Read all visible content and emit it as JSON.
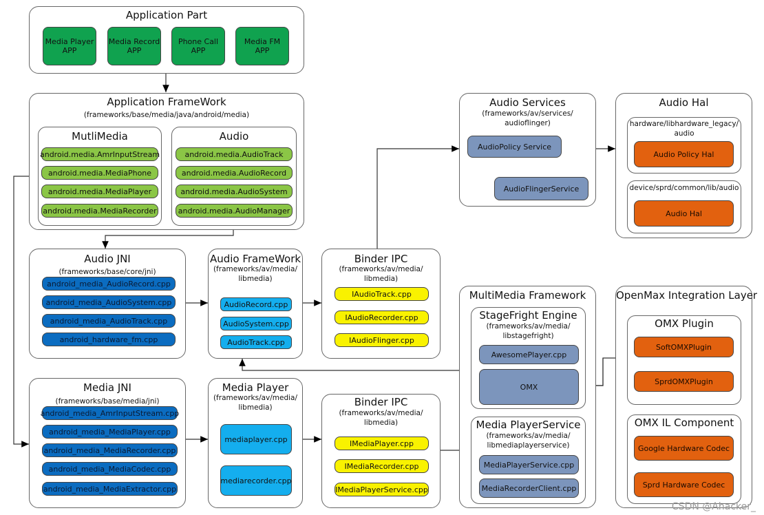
{
  "application_part": {
    "title": "Application Part",
    "apps": [
      "Media Player\nAPP",
      "Media Record\nAPP",
      "Phone Call\nAPP",
      "Media FM\nAPP"
    ]
  },
  "app_framework": {
    "title": "Application FrameWork",
    "path": "(frameworks/base/media/java/android/media)",
    "multimedia": {
      "title": "MutliMedia",
      "items": [
        "android.media.AmrInputStream",
        "android.media.MediaPhone",
        "android.media.MediaPlayer",
        "android.media.MediaRecorder"
      ]
    },
    "audio": {
      "title": "Audio",
      "items": [
        "android.media.AudioTrack",
        "android.media.AudioRecord",
        "android.media.AudioSystem",
        "android.media.AudioManager"
      ]
    }
  },
  "audio_jni": {
    "title": "Audio JNI",
    "path": "(frameworks/base/core/jni)",
    "items": [
      "android_media_AudioRecord.cpp",
      "android_media_AudioSystem.cpp",
      "android_media_AudioTrack.cpp",
      "android_hardware_fm.cpp"
    ]
  },
  "audio_framework": {
    "title": "Audio FrameWork",
    "path": "(frameworks/av/media/\nlibmedia)",
    "items": [
      "AudioRecord.cpp",
      "AudioSystem.cpp",
      "AudioTrack.cpp"
    ]
  },
  "binder_ipc_audio": {
    "title": "Binder IPC",
    "path": "(frameworks/av/media/\nlibmedia)",
    "items": [
      "IAudioTrack.cpp",
      "IAudioRecorder.cpp",
      "IAudioFlinger.cpp"
    ]
  },
  "audio_services": {
    "title": "Audio Services",
    "path": "(frameworks/av/services/\naudioflinger)",
    "items": [
      "AudioPolicy Service",
      "AudioFlingerService"
    ]
  },
  "audio_hal": {
    "title": "Audio Hal",
    "groups": [
      {
        "path": "hardware/libhardware_legacy/\naudio",
        "item": "Audio Policy Hal"
      },
      {
        "path": "device/sprd/common/lib/audio",
        "item": "Audio Hal"
      }
    ]
  },
  "media_jni": {
    "title": "Media JNI",
    "path": "(frameworks/base/media/jni)",
    "items": [
      "android_media_AmrInputStream.cpp",
      "android_media_MediaPlayer.cpp",
      "android_media_MediaRecorder.cpp",
      "android_media_MediaCodec.cpp",
      "android_media_MediaExtractor.cpp"
    ]
  },
  "media_player": {
    "title": "Media Player",
    "path": "(frameworks/av/media/\nlibmedia)",
    "items": [
      "mediaplayer.cpp",
      "mediarecorder.cpp"
    ]
  },
  "binder_ipc_media": {
    "title": "Binder IPC",
    "path": "(frameworks/av/media/\nlibmedia)",
    "items": [
      "IMediaPlayer.cpp",
      "IMediaRecorder.cpp",
      "IMediaPlayerService.cpp"
    ]
  },
  "multimedia_framework": {
    "title": "MultiMedia Framework",
    "stagefright": {
      "title": "StageFright Engine",
      "path": "(frameworks/av/media/\nlibstagefright)",
      "items": [
        "AwesomePlayer.cpp",
        "OMX"
      ]
    },
    "mediaplayerservice": {
      "title": "Media PlayerService",
      "path": "(frameworks/av/media/\nlibmediaplayerservice)",
      "items": [
        "MediaPlayerService.cpp",
        "MediaRecorderClient.cpp"
      ]
    }
  },
  "openmax": {
    "title": "OpenMax Integration Layer",
    "omx_plugin": {
      "title": "OMX Plugin",
      "items": [
        "SoftOMXPlugin",
        "SprdOMXPlugin"
      ]
    },
    "omx_il": {
      "title": "OMX IL Component",
      "items": [
        "Google Hardware Codec",
        "Sprd Hardware Codec"
      ]
    }
  },
  "watermark": "CSDN @Ahacker_"
}
